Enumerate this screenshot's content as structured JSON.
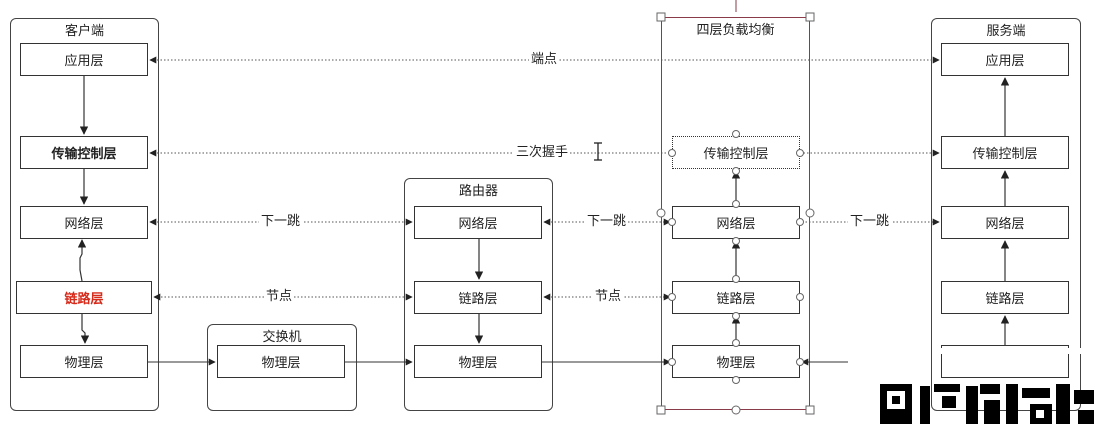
{
  "groups": {
    "client": "客户端",
    "router": "路由器",
    "switch": "交换机",
    "lb": "四层负载均衡",
    "server": "服务端"
  },
  "layers": {
    "app": "应用层",
    "transport": "传输控制层",
    "network": "网络层",
    "link": "链路层",
    "physical": "物理层"
  },
  "edges": {
    "endpoint": "端点",
    "handshake": "三次握手",
    "next_hop": "下一跳",
    "node": "节点"
  },
  "colors": {
    "link_highlight": "#d62a1a",
    "selection": "#8a3b4a"
  },
  "icons": {
    "cursor": "text-cursor-icon",
    "qr": "qr-code-icon"
  }
}
